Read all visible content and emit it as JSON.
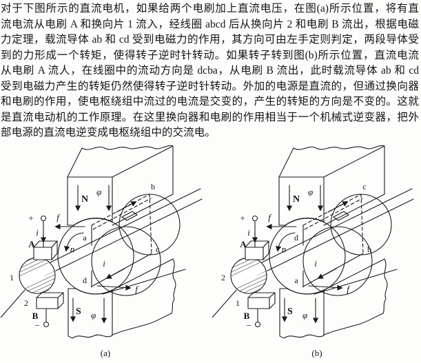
{
  "colors": {
    "ink": "#1a1a1a",
    "paper": "#fdfdfc"
  },
  "paragraph": {
    "lines": [
      "对于下图所示的直流电机，如果给两个电刷加上直流电压，在图(a)所示位置，将有直",
      "流电流从电刷 A 和换向片 1 流入，经线圈 abcd 后从换向片 2 和电刷 B 流出，根据电磁",
      "力定理，载流导体 ab 和 cd 受到电磁力的作用，其方向可由左手定则判定，两段导体受",
      "到的力形成一个转矩，使得转子逆时针转动。如果转子转到图(b)所示位置，直流电流",
      "从电刷 A 流人，在线圈中的流动方向是 dcba，从电刷 B 流出，此时载流导体 ab 和 cd",
      "受到电磁力产生的转矩仍然使得转子逆时针转动。外加的电源是直流的，但通过换向器",
      "和电刷的作用，使电枢绕组中流过的电流是交变的，产生的转矩的方向是不变的。这就",
      "是直流电动机的工作原理。在这里换向器和电刷的作用相当于一个机械式逆变器，把外",
      "部电源的直流电逆变成电枢绕组中的交流电。"
    ]
  },
  "diagrams": [
    {
      "caption": "(a)",
      "labels": {
        "plus": "+",
        "minus": "−",
        "brush_top": "A",
        "brush_bottom": "B",
        "segment_upper": "1",
        "segment_lower": "2",
        "pole_top": "N",
        "pole_bottom": "S",
        "flux_top": "φ",
        "flux_bottom": "φ",
        "speed": "n",
        "current_top": "i",
        "current_mid": "i",
        "force_top": "f",
        "force_bottom": "f",
        "coil_front_top": "a",
        "coil_front_bottom": "d",
        "coil_back_top": "b",
        "coil_back_bottom": "c"
      }
    },
    {
      "caption": "(b)",
      "labels": {
        "plus": "+",
        "minus": "−",
        "brush_top": "A",
        "brush_bottom": "B",
        "segment_upper": "2",
        "segment_lower": "1",
        "pole_top": "N",
        "pole_bottom": "S",
        "flux_top": "φ",
        "flux_bottom": "φ",
        "speed": "n",
        "current_top": "i",
        "current_mid": "i",
        "force_top": "f",
        "force_bottom": "f",
        "coil_front_top": "d",
        "coil_front_bottom": "a",
        "coil_back_top": "c",
        "coil_back_bottom": "b"
      }
    }
  ]
}
